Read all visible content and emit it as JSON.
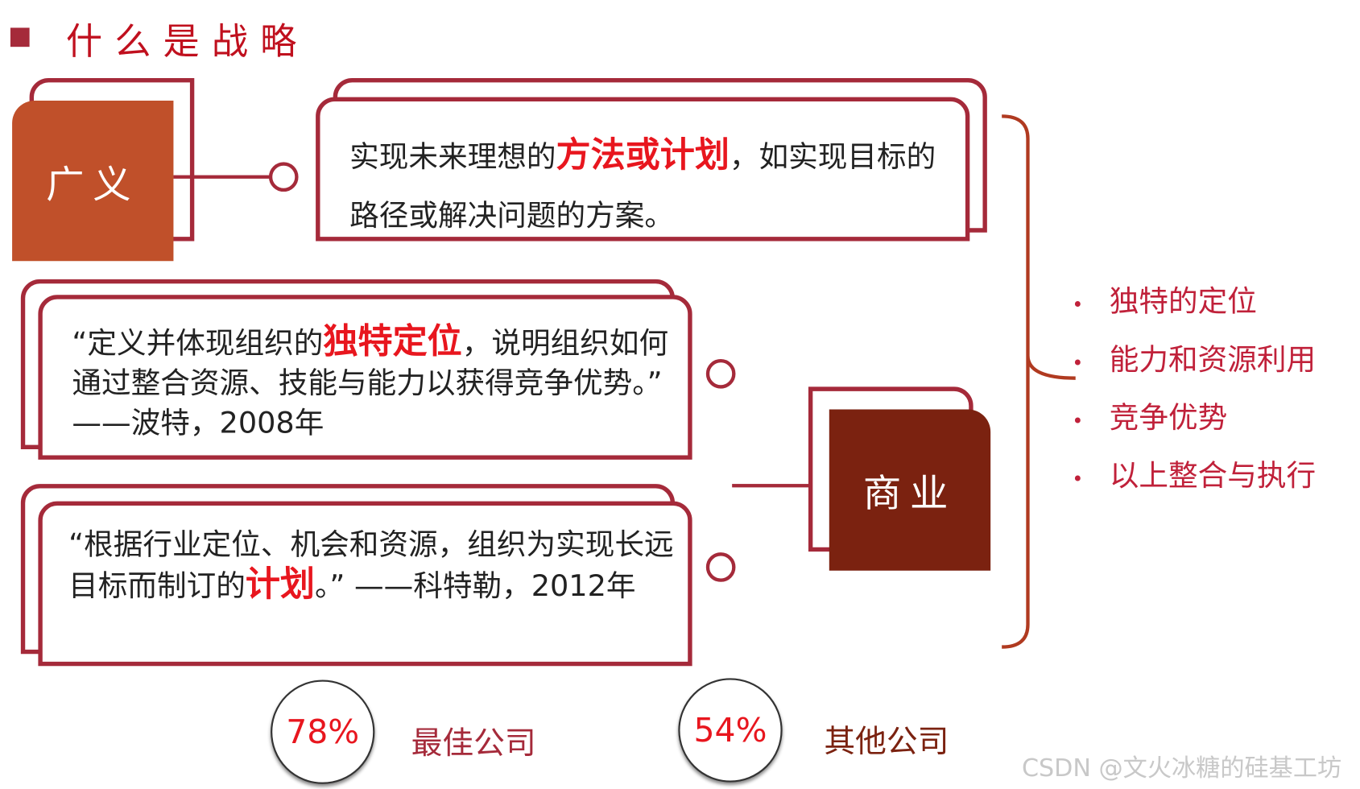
{
  "title": "什么是战略",
  "broad": {
    "label": "广义",
    "text_before": "实现未来理想的",
    "highlight": "方法或计划",
    "text_after": "，如实现目标的路径或解决问题的方案。"
  },
  "business": {
    "label": "商业",
    "quote1": {
      "before": "“定义并体现组织的",
      "highlight": "独特定位",
      "after": "，说明组织如何通过整合资源、技能与能力以获得竞争优势。” ——波特，2008年"
    },
    "quote2": {
      "before": "“根据行业定位、机会和资源，组织为实现长远目标而制订的",
      "highlight": "计划",
      "after": "。” ——科特勒，2012年"
    }
  },
  "bullets": [
    "独特的定位",
    "能力和资源利用",
    "竞争优势",
    "以上整合与执行"
  ],
  "stats": [
    {
      "value": "78%",
      "label": "最佳公司"
    },
    {
      "value": "54%",
      "label": "其他公司"
    }
  ],
  "watermark_credit": "CSDN @文火冰糖的硅基工坊",
  "colors": {
    "accent": "#a52a3a",
    "broad": "#c0502a",
    "business": "#7b2210",
    "highlight": "#e8161e"
  }
}
